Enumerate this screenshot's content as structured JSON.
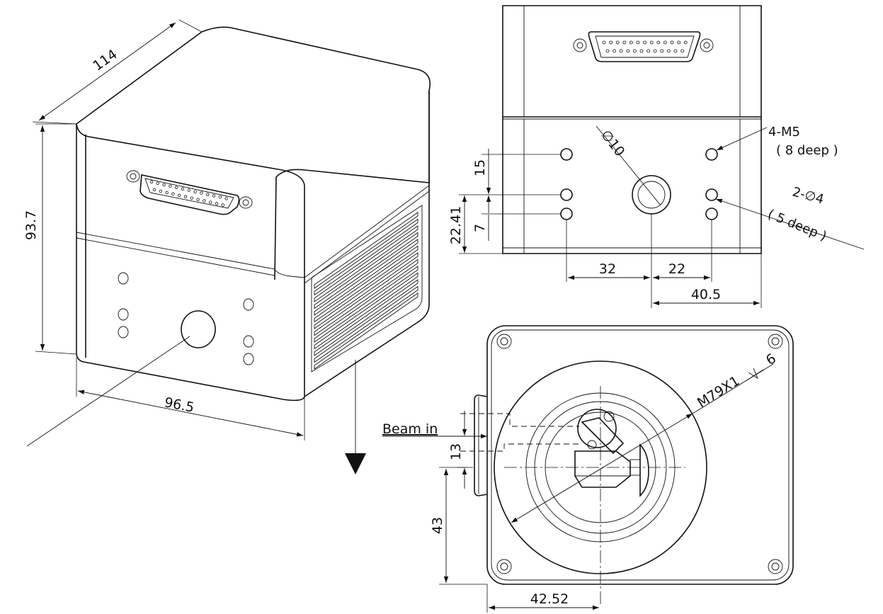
{
  "dimensions": {
    "depth": "114",
    "height": "93.7",
    "width": "96.5",
    "hole_spacing_15": "15",
    "hole_height_22_41": "22.41",
    "hole_spacing_7": "7",
    "offset_32": "32",
    "offset_22": "22",
    "offset_40_5": "40.5",
    "aperture_dia": "10",
    "beam_offset_13": "13",
    "beam_height_43": "43",
    "beam_center_42_52": "42.52",
    "thread": "M79X1",
    "thread_depth": "6"
  },
  "notes": {
    "m5_label": "4-M5",
    "m5_depth": "( 8 deep )",
    "pin_label": "2-",
    "pin_dia": "4",
    "pin_depth": "( 5 deep )",
    "beam_in": "Beam in"
  },
  "symbols": {
    "diameter": "∅"
  }
}
